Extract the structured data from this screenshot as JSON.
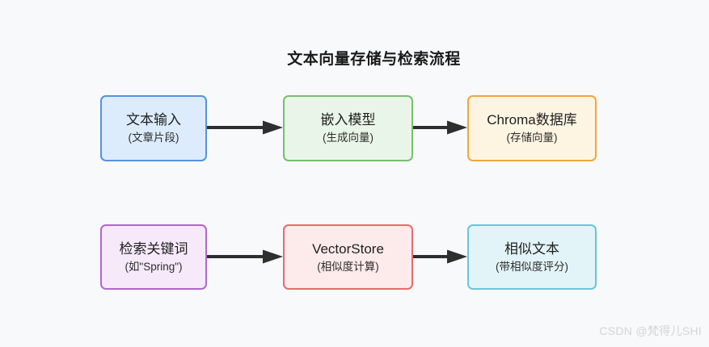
{
  "page": {
    "background": "#f8f9fa",
    "title": "文本向量存储与检索流程",
    "watermark": "CSDN @梵得儿SHI"
  },
  "flow": {
    "arrow_color": "#2e2e2e",
    "rows": [
      {
        "boxes": [
          {
            "title": "文本输入",
            "subtitle": "(文章片段)",
            "fill": "#dcecfc",
            "border": "#5592e0"
          },
          {
            "title": "嵌入模型",
            "subtitle": "(生成向量)",
            "fill": "#e9f5e8",
            "border": "#77bf70"
          },
          {
            "title": "Chroma数据库",
            "subtitle": "(存储向量)",
            "fill": "#fdf5e2",
            "border": "#f0a73e"
          }
        ]
      },
      {
        "boxes": [
          {
            "title": "检索关键词",
            "subtitle": "(如\"Spring\")",
            "fill": "#f5e9fa",
            "border": "#b266cc"
          },
          {
            "title": "VectorStore",
            "subtitle": "(相似度计算)",
            "fill": "#fdeaea",
            "border": "#e66b6b"
          },
          {
            "title": "相似文本",
            "subtitle": "(带相似度评分)",
            "fill": "#e3f4f8",
            "border": "#69c5d8"
          }
        ]
      }
    ]
  }
}
